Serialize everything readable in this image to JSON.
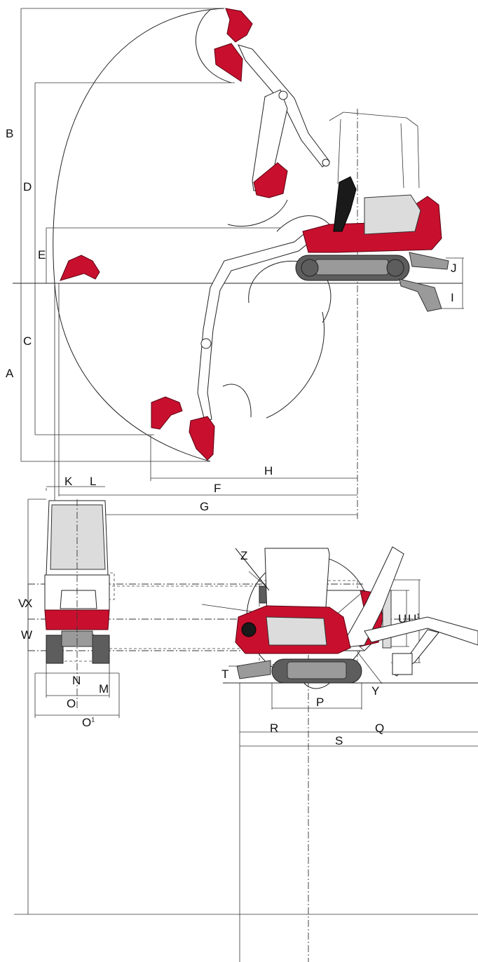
{
  "labels": {
    "A": "A",
    "B": "B",
    "C": "C",
    "D": "D",
    "E": "E",
    "F": "F",
    "G": "G",
    "H": "H",
    "I": "I",
    "J": "J",
    "K": "K",
    "L": "L",
    "M": "M",
    "N": "N",
    "O": "O",
    "O1_base": "O",
    "O1_sup": "1",
    "P": "P",
    "Q": "Q",
    "R": "R",
    "S": "S",
    "T": "T",
    "U": "U",
    "U1_base": "U",
    "U1_sup": "1",
    "V": "V",
    "W": "W",
    "X": "X",
    "Y": "Y",
    "Z": "Z"
  },
  "colors": {
    "machine_red": "#c8102e",
    "track_grey": "#5d5d5d",
    "line": "#222222"
  }
}
